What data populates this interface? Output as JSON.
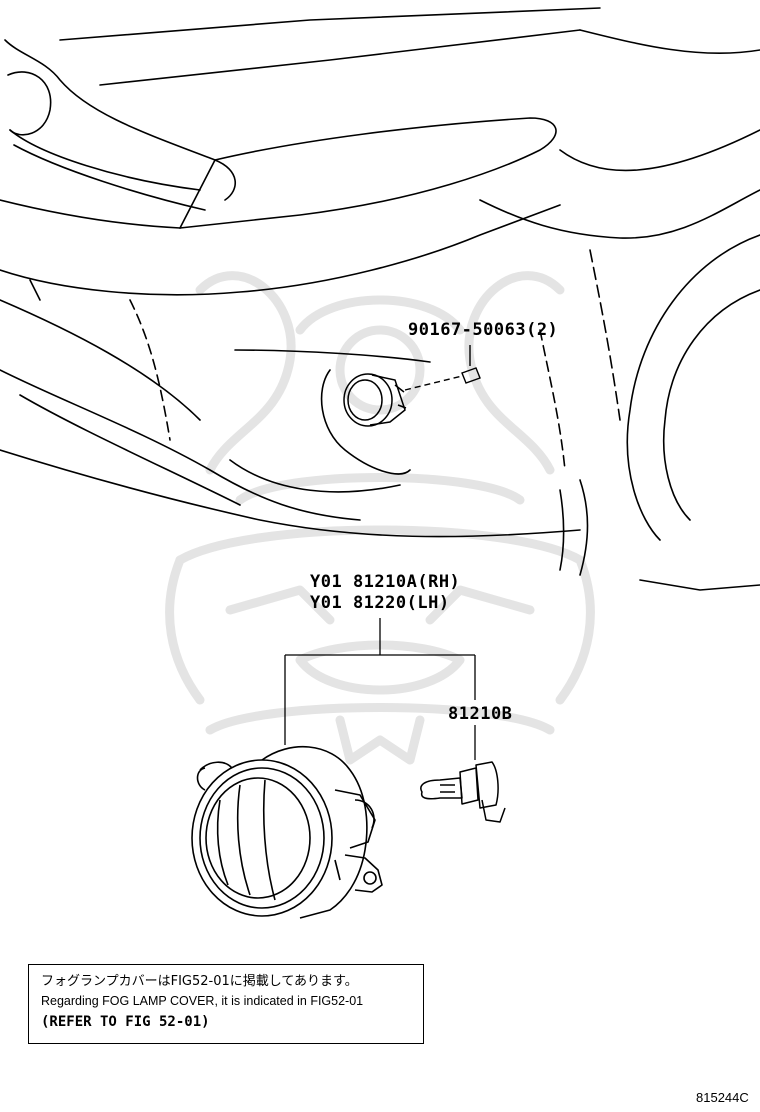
{
  "parts": {
    "bolt": "90167-50063(2)",
    "fog_lamp_rh": "Y01 81210A(RH)",
    "fog_lamp_lh": "Y01 81220(LH)",
    "bulb": "81210B"
  },
  "note": {
    "japanese": "フォグランプカバーはFIG52-01に掲載してあります。",
    "english": "Regarding FOG LAMP COVER, it is indicated in FIG52-01",
    "refer": "(REFER TO FIG 52-01)"
  },
  "figure_id": "815244C",
  "colors": {
    "line": "#000000",
    "watermark": "#e6e6e6",
    "background": "#ffffff"
  }
}
